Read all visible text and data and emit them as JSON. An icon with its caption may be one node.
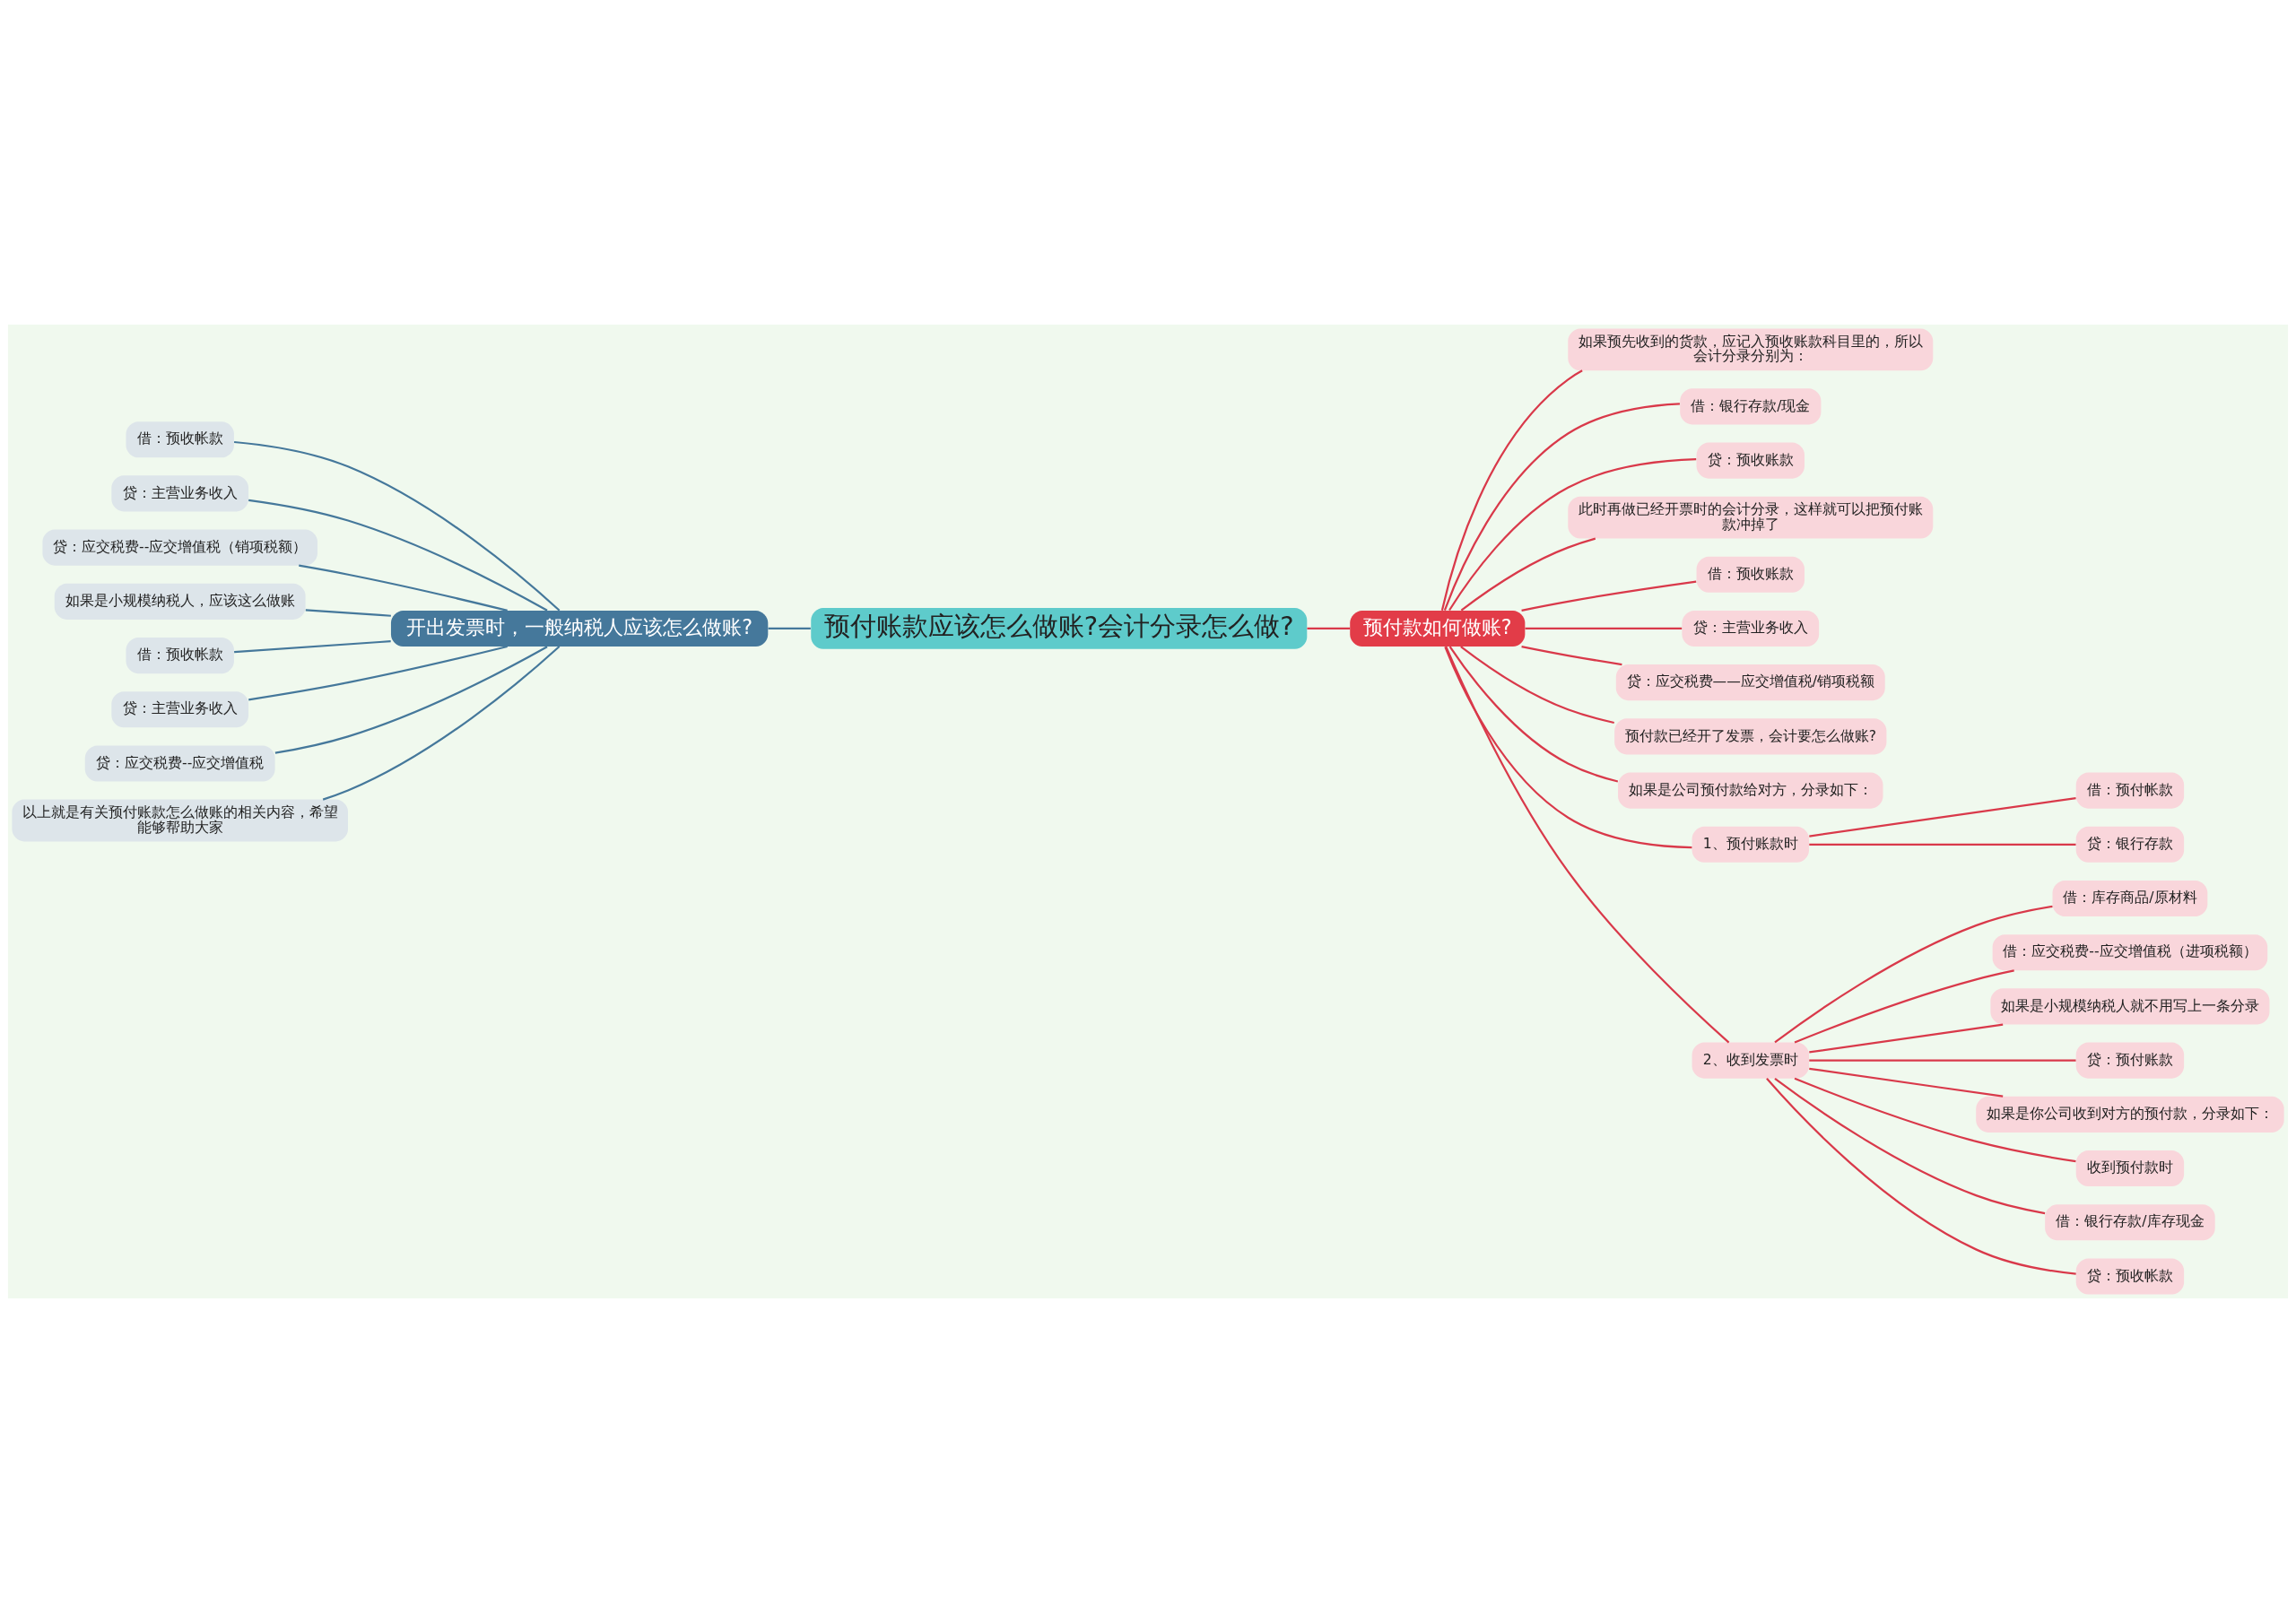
{
  "diagram": {
    "nodes": [
      {
        "text": [
          "预付账款应该怎么做账?会计分录怎么做?"
        ]
      },
      {
        "text": [
          "开出发票时，一般纳税人应该怎么做账?"
        ]
      },
      {
        "text": [
          "借：预收帐款"
        ]
      },
      {
        "text": [
          "贷：主营业务收入"
        ]
      },
      {
        "text": [
          "贷：应交税费--应交增值税（销项税额）"
        ]
      },
      {
        "text": [
          "如果是小规模纳税人，应该这么做账"
        ]
      },
      {
        "text": [
          "借：预收帐款"
        ]
      },
      {
        "text": [
          "贷：主营业务收入"
        ]
      },
      {
        "text": [
          "贷：应交税费--应交增值税"
        ]
      },
      {
        "text": [
          "以上就是有关预付账款怎么做账的相关内容，希望能够帮助大家"
        ]
      },
      {
        "text": [
          "预付款如何做账?"
        ]
      },
      {
        "text": [
          "如果预先收到的货款，应记入预收账款科目里的，所以会计分录分别为："
        ]
      },
      {
        "text": [
          "借：银行存款/现金"
        ]
      },
      {
        "text": [
          "贷：预收账款"
        ]
      },
      {
        "text": [
          "此时再做已经开票时的会计分录，这样就可以把预付账款冲掉了"
        ]
      },
      {
        "text": [
          "借：预收账款"
        ]
      },
      {
        "text": [
          "贷：主营业务收入"
        ]
      },
      {
        "text": [
          "贷：应交税费——应交增值税/销项税额"
        ]
      },
      {
        "text": [
          "预付款已经开了发票，会计要怎么做账?"
        ]
      },
      {
        "text": [
          "如果是公司预付款给对方，分录如下："
        ]
      },
      {
        "text": [
          "1、预付账款时"
        ]
      },
      {
        "text": [
          "借：预付帐款"
        ]
      },
      {
        "text": [
          "贷：银行存款"
        ]
      },
      {
        "text": [
          "2、收到发票时"
        ]
      },
      {
        "text": [
          "借：库存商品/原材料"
        ]
      },
      {
        "text": [
          "借：应交税费--应交增值税（进项税额）"
        ]
      },
      {
        "text": [
          "如果是小规模纳税人就不用写上一条分录"
        ]
      },
      {
        "text": [
          "贷：预付账款"
        ]
      },
      {
        "text": [
          "如果是你公司收到对方的预付款，分录如下："
        ]
      },
      {
        "text": [
          "收到预付款时"
        ]
      },
      {
        "text": [
          "借：银行存款/库存现金"
        ]
      },
      {
        "text": [
          "贷：预收帐款"
        ]
      }
    ],
    "edges": [
      {
        "from": 0,
        "to": 1,
        "arrow": "none",
        "color": "#45789b"
      },
      {
        "from": 1,
        "to": 2,
        "arrow": "none",
        "color": "#45789b"
      },
      {
        "from": 1,
        "to": 3,
        "arrow": "none",
        "color": "#45789b"
      },
      {
        "from": 1,
        "to": 4,
        "arrow": "none",
        "color": "#45789b"
      },
      {
        "from": 1,
        "to": 5,
        "arrow": "none",
        "color": "#45789b"
      },
      {
        "from": 1,
        "to": 6,
        "arrow": "none",
        "color": "#45789b"
      },
      {
        "from": 1,
        "to": 7,
        "arrow": "none",
        "color": "#45789b"
      },
      {
        "from": 1,
        "to": 8,
        "arrow": "none",
        "color": "#45789b"
      },
      {
        "from": 1,
        "to": 9,
        "arrow": "none",
        "color": "#45789b"
      },
      {
        "from": 0,
        "to": 10,
        "arrow": "none"
      },
      {
        "from": 10,
        "to": 11,
        "arrow": "none"
      },
      {
        "from": 10,
        "to": 12,
        "arrow": "none"
      },
      {
        "from": 10,
        "to": 13,
        "arrow": "none"
      },
      {
        "from": 10,
        "to": 14,
        "arrow": "none"
      },
      {
        "from": 10,
        "to": 15,
        "arrow": "none"
      },
      {
        "from": 10,
        "to": 16,
        "arrow": "none"
      },
      {
        "from": 10,
        "to": 17,
        "arrow": "none"
      },
      {
        "from": 10,
        "to": 18,
        "arrow": "none"
      },
      {
        "from": 10,
        "to": 19,
        "arrow": "none"
      },
      {
        "from": 10,
        "to": 20,
        "arrow": "none"
      },
      {
        "from": 20,
        "to": 21,
        "arrow": "none"
      },
      {
        "from": 20,
        "to": 22,
        "arrow": "none"
      },
      {
        "from": 10,
        "to": 23,
        "arrow": "none"
      },
      {
        "from": 23,
        "to": 24,
        "arrow": "none"
      },
      {
        "from": 23,
        "to": 25,
        "arrow": "none"
      },
      {
        "from": 23,
        "to": 26,
        "arrow": "none"
      },
      {
        "from": 23,
        "to": 27,
        "arrow": "none"
      },
      {
        "from": 23,
        "to": 28,
        "arrow": "none"
      },
      {
        "from": 23,
        "to": 29,
        "arrow": "none"
      },
      {
        "from": 23,
        "to": 30,
        "arrow": "none"
      },
      {
        "from": 23,
        "to": 31,
        "arrow": "none"
      }
    ]
  }
}
